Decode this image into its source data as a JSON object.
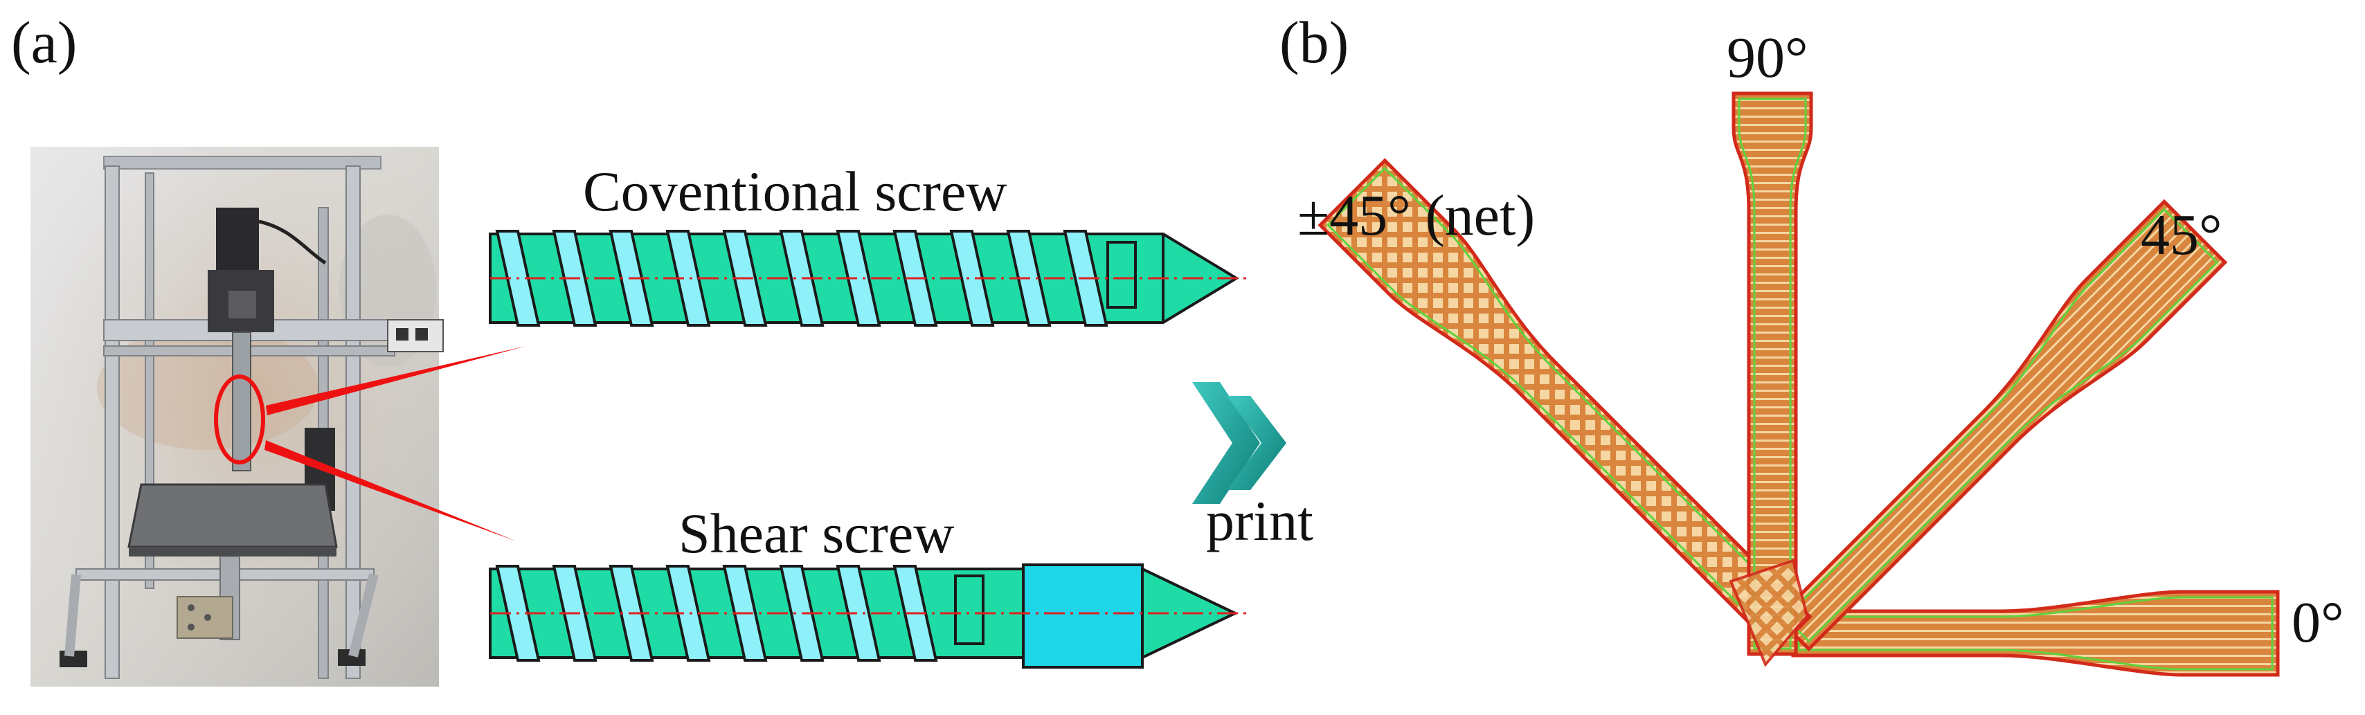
{
  "figure": {
    "panel_a_label": "(a)",
    "panel_b_label": "(b)",
    "conventional_screw_label": "Coventional screw",
    "shear_screw_label": "Shear screw",
    "print_label": "print",
    "angles": {
      "net_45": "±45° (net)",
      "deg_90": "90°",
      "deg_45": "45°",
      "deg_0": "0°"
    }
  },
  "colors": {
    "screw_body": "#1fdca6",
    "screw_flight": "#8ef0f8",
    "screw_outline": "#1a1a1a",
    "shear_section": "#1ed6e8",
    "axis_line": "#e02020",
    "callout": "#ee1111",
    "chevron": "#16968e",
    "specimen_fill": "#d9853d",
    "specimen_border": "#d22a1a",
    "specimen_inner": "#5fd23c",
    "specimen_light": "#f6d7a3"
  },
  "icons": {
    "printer_photo": "3d-printer-photo",
    "print_arrow": "double-chevron-right-icon"
  }
}
